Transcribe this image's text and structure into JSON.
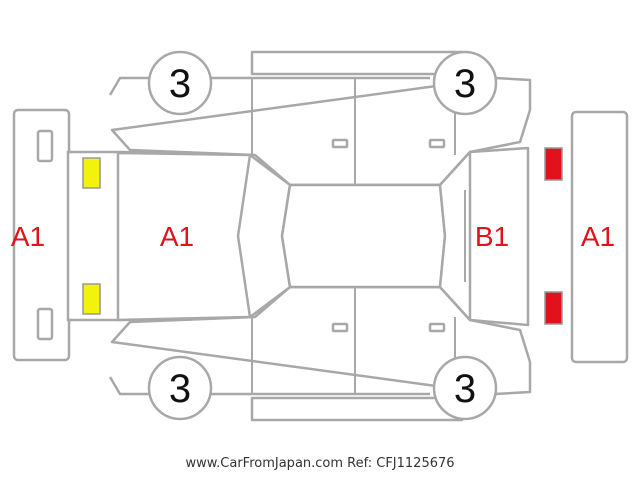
{
  "wheels": {
    "front_left_top": "3",
    "rear_left_top": "3",
    "front_left_bottom": "3",
    "rear_left_bottom": "3"
  },
  "codes": {
    "front_bumper": "A1",
    "hood": "A1",
    "rear_window": "B1",
    "rear_bumper": "A1"
  },
  "colors": {
    "code_text": "#e0121b",
    "front_lamp_fill": "#f2f20a",
    "rear_lamp_fill": "#e0121b",
    "outline": "#a8a8a8"
  },
  "footer": {
    "text": "www.CarFromJapan.com Ref: CFJ1125676"
  }
}
